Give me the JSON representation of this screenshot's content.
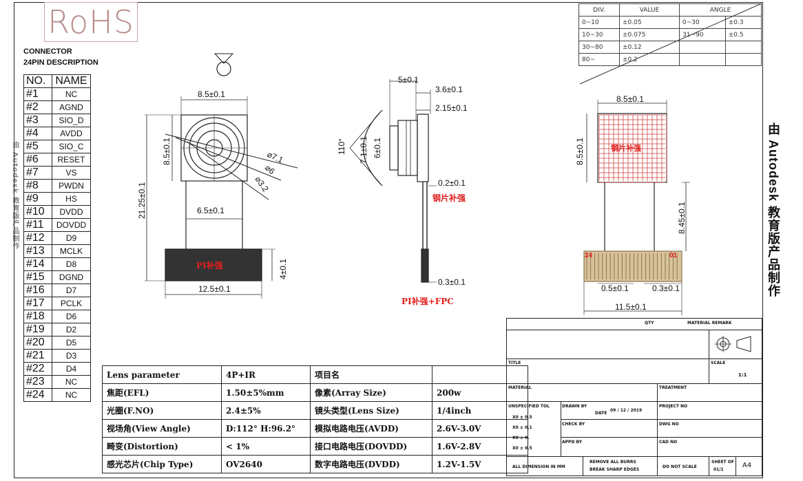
{
  "rohs": "RoHS",
  "connector": {
    "title": "CONNECTOR",
    "subtitle": "24PIN DESCRIPTION",
    "header": [
      "NO.",
      "NAME"
    ],
    "pins": [
      [
        "#1",
        "NC"
      ],
      [
        "#2",
        "AGND"
      ],
      [
        "#3",
        "SIO_D"
      ],
      [
        "#4",
        "AVDD"
      ],
      [
        "#5",
        "SIO_C"
      ],
      [
        "#6",
        "RESET"
      ],
      [
        "#7",
        "VS"
      ],
      [
        "#8",
        "PWDN"
      ],
      [
        "#9",
        "HS"
      ],
      [
        "#10",
        "DVDD"
      ],
      [
        "#11",
        "DOVDD"
      ],
      [
        "#12",
        "D9"
      ],
      [
        "#13",
        "MCLK"
      ],
      [
        "#14",
        "D8"
      ],
      [
        "#15",
        "DGND"
      ],
      [
        "#16",
        "D7"
      ],
      [
        "#17",
        "PCLK"
      ],
      [
        "#18",
        "D6"
      ],
      [
        "#19",
        "D2"
      ],
      [
        "#20",
        "D5"
      ],
      [
        "#21",
        "D3"
      ],
      [
        "#22",
        "D4"
      ],
      [
        "#23",
        "NC"
      ],
      [
        "#24",
        "NC"
      ]
    ]
  },
  "tolerance": {
    "headers": [
      "DIV.",
      "VALUE",
      "ANGLE"
    ],
    "rows": [
      [
        "0~10",
        "±0.05",
        "0~30",
        "±0.3"
      ],
      [
        "10~30",
        "±0.075",
        "31~90",
        "±0.5"
      ],
      [
        "30~80",
        "±0.12",
        "",
        ""
      ],
      [
        "80~",
        "±0.2",
        "",
        ""
      ]
    ]
  },
  "front_view": {
    "width": "8.5±0.1",
    "height": "8.5±0.1",
    "diam1": "⌀7.1",
    "diam2": "⌀6",
    "diam3": "⌀3.2",
    "flex_width": "6.5±0.1",
    "total_len": "21.25±0.1",
    "stiffener": "PI补强",
    "stiff_h": "4±0.1",
    "stiff_w": "12.5±0.1"
  },
  "side_view": {
    "top1": "5±0.1",
    "top2": "3.6±0.1",
    "top3": "2.15±0.1",
    "angle": "110°",
    "h1": "7.1±0.1",
    "h2": "6±0.1",
    "fpc": "0.2±0.1",
    "steel": "钢片补强",
    "bottom": "0.3±0.1",
    "pi_fpc": "PI补强+FPC"
  },
  "back_view": {
    "width": "8.5±0.1",
    "height": "8.5±0.1",
    "steel": "钢片补强",
    "len": "8.45±0.1",
    "pin24": "24",
    "pin01": "01",
    "pitch": "0.5±0.1",
    "edge": "0.3±0.1",
    "conn_w": "11.5±0.1"
  },
  "lens": {
    "rows": [
      [
        "Lens parameter",
        "4P+IR",
        "项目名",
        ""
      ],
      [
        "焦距(EFL)",
        "1.50±5%mm",
        "像素(Array Size)",
        "200w"
      ],
      [
        "光圈(F.NO)",
        "2.4±5%",
        "镜头类型(Lens Size)",
        "1/4inch"
      ],
      [
        "视场角(View Angle)",
        "D:112°  H:96.2°",
        "模拟电路电压(AVDD)",
        "2.6V-3.0V"
      ],
      [
        "畸变(Distortion)",
        "< 1%",
        "接口电路电压(DOVDD)",
        "1.6V-2.8V"
      ],
      [
        "感光芯片(Chip Type)",
        "OV2640",
        "数字电路电压(DVDD)",
        "1.2V-1.5V"
      ]
    ]
  },
  "title_block": {
    "qty": "QTY",
    "material_remark": "MATERIAL REMARK",
    "title": "TITLE",
    "scale": "SCALE",
    "scale_val": "1:1",
    "material": "MATERIAL",
    "treatment": "TREATMENT",
    "unspecified": "UNSPECIFIED TOL",
    "drawn": "DRAWN BY",
    "date_label": "DATE",
    "date": "09 / 12 / 2019",
    "project": "PROJECT NO",
    "check": "CHECK BY",
    "dwg": "DWG NO",
    "appd": "APPD BY",
    "cad": "CAD NO",
    "dims": "ALL DIMENSION IN MM",
    "remove": "REMOVE ALL BURRS",
    "break": "BREAK SHARP EDGES",
    "noscale": "DO NOT SCALE",
    "sheet": "SHEET OF",
    "sheet_val": "01/1",
    "size": "A4",
    "tol_rows": [
      "X0  ± 0.5",
      "X0  ± 0.1",
      "X0  ± 0.",
      "X0  ± 0.5"
    ]
  },
  "watermark": "由 Autodesk 教育版产品制作",
  "left_watermark": "由 Autodesk 教育版产品制作"
}
